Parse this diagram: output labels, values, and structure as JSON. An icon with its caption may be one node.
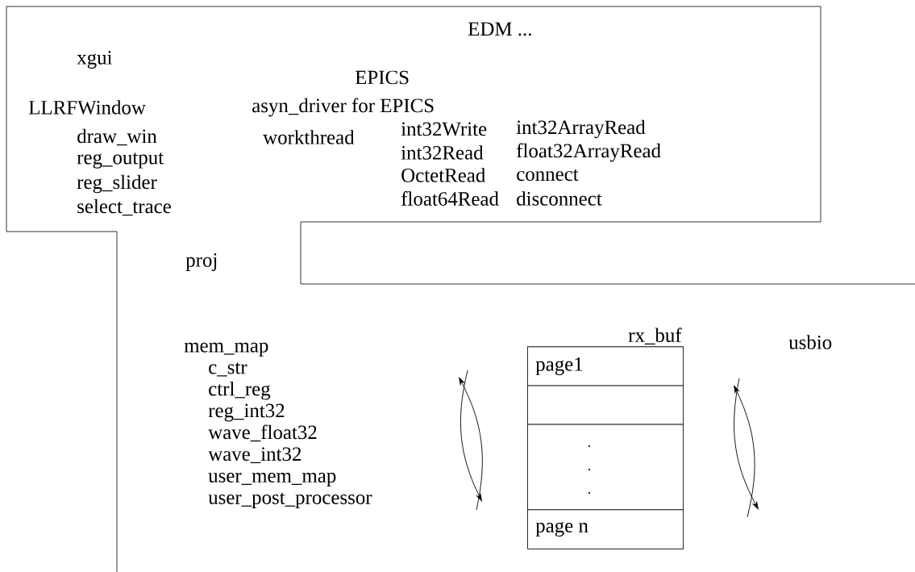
{
  "diagram": {
    "nodes": [
      {
        "text": [
          "mem_map",
          "c_str",
          "ctrl_reg",
          "reg_int32",
          "wave_float32",
          "wave_int32",
          "user_mem_map",
          "user_post_processor"
        ]
      },
      {
        "text": [
          "rx_buf"
        ]
      },
      {
        "text": [
          "page1"
        ],
        "in": 1
      },
      {
        "text": [],
        "shape": "box",
        "in": 1
      },
      {
        "text": [],
        "shape": "box",
        "in": 1
      },
      {
        "text": [
          "page n"
        ],
        "in": 1
      },
      {
        "text": [
          "usbio"
        ]
      }
    ],
    "labels": [
      "EDM ...",
      "xgui",
      "EPICS",
      "LLRFWindow",
      "asyn_driver for EPICS",
      "draw_win",
      "workthread",
      "int32Write",
      "int32ArrayRead",
      "reg_output",
      "int32Read",
      "float32ArrayRead",
      "reg_slider",
      "OctetRead",
      "connect",
      "select_trace",
      "float64Read",
      "disconnect",
      "proj"
    ]
  }
}
